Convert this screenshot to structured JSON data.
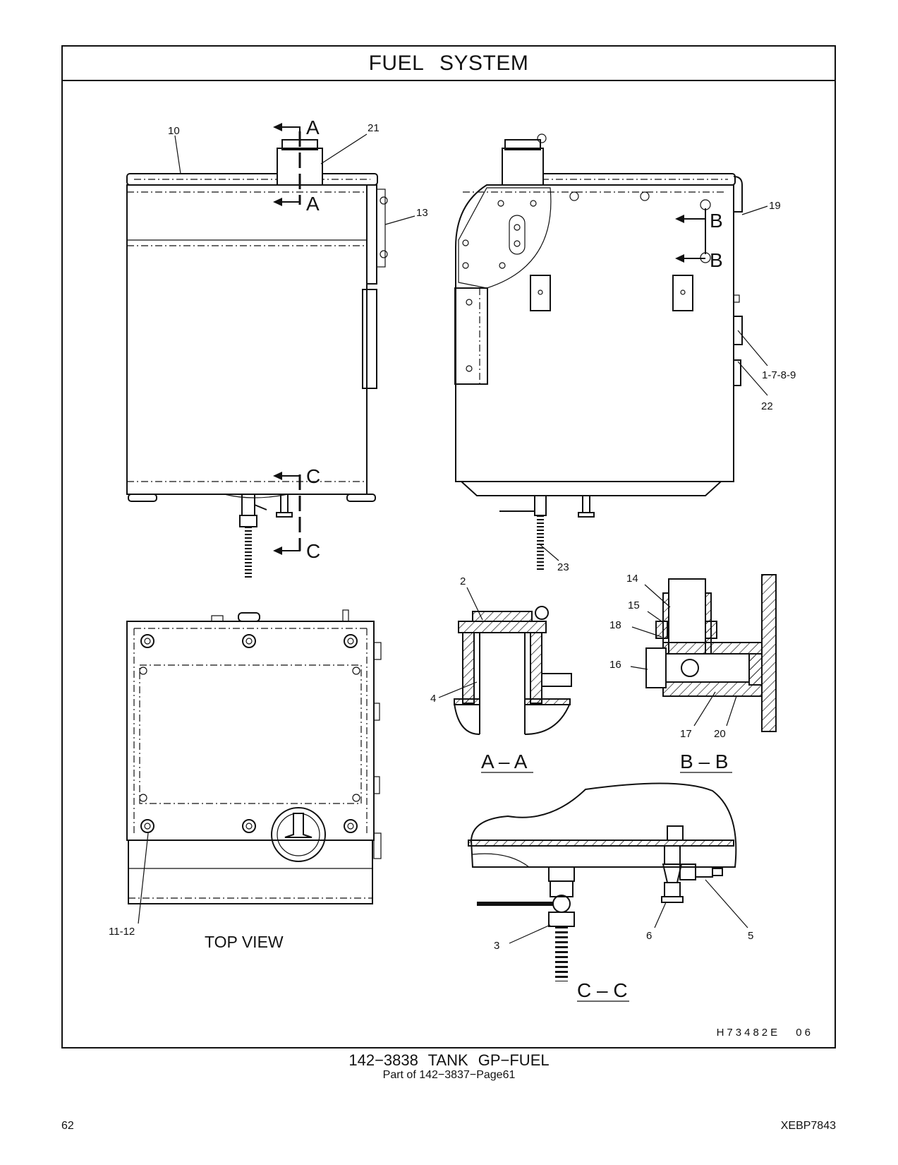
{
  "page": {
    "title": "FUEL SYSTEM",
    "drawing_id": "H73482E 06",
    "caption_main": "142−3838 TANK GP−FUEL",
    "caption_sub": "Part of 142−3837−Page61",
    "page_number": "62",
    "doc_number": "XEBP7843"
  },
  "views": {
    "top_view": "TOP VIEW",
    "section_aa": "A – A",
    "section_bb": "B – B",
    "section_cc": "C – C"
  },
  "section_markers": {
    "a": "A",
    "b": "B",
    "c": "C"
  },
  "callouts": {
    "c10": "10",
    "c21": "21",
    "c13": "13",
    "c19": "19",
    "c1789": "1-7-8-9",
    "c22": "22",
    "c23": "23",
    "c2": "2",
    "c4": "4",
    "c14": "14",
    "c15": "15",
    "c18": "18",
    "c16": "16",
    "c17": "17",
    "c20": "20",
    "c1112": "11-12",
    "c3": "3",
    "c6": "6",
    "c5": "5"
  }
}
